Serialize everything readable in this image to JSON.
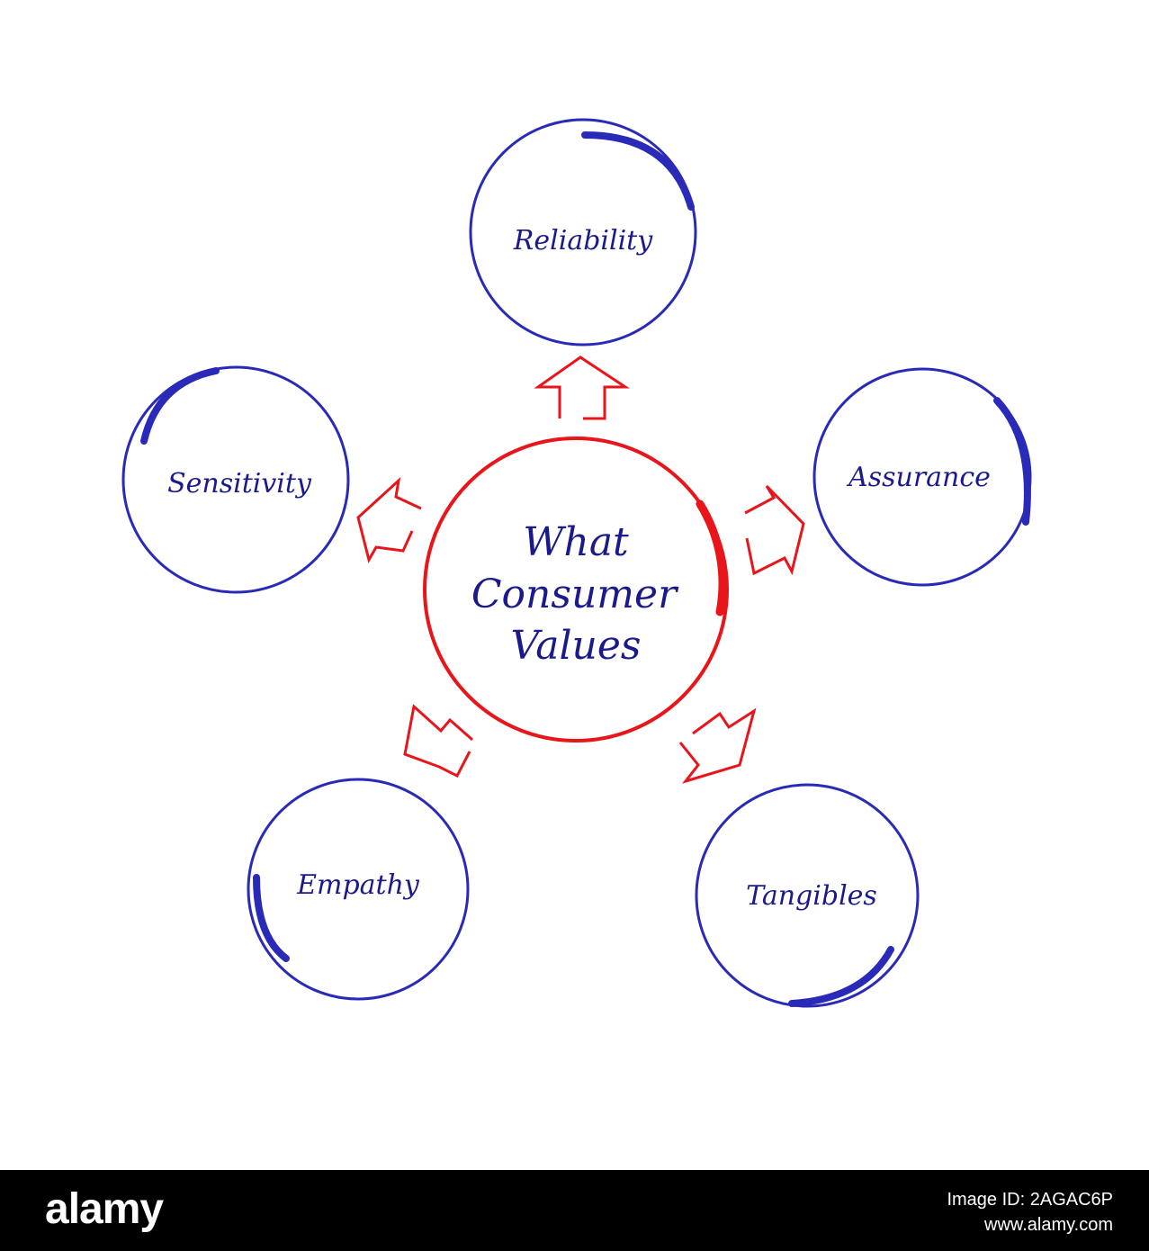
{
  "diagram": {
    "center": {
      "line1": "What",
      "line2": "Consumer",
      "line3": "Values"
    },
    "nodes": {
      "reliability": "Reliability",
      "assurance": "Assurance",
      "tangibles": "Tangibles",
      "empathy": "Empathy",
      "sensitivity": "Sensitivity"
    },
    "colors": {
      "node_stroke": "#2a2ab8",
      "center_stroke": "#e8151b",
      "text": "#1a1a8c",
      "arrow": "#e8151b"
    }
  },
  "watermark": {
    "logo": "alamy",
    "image_id": "Image ID: 2AGAC6P",
    "url": "www.alamy.com"
  }
}
